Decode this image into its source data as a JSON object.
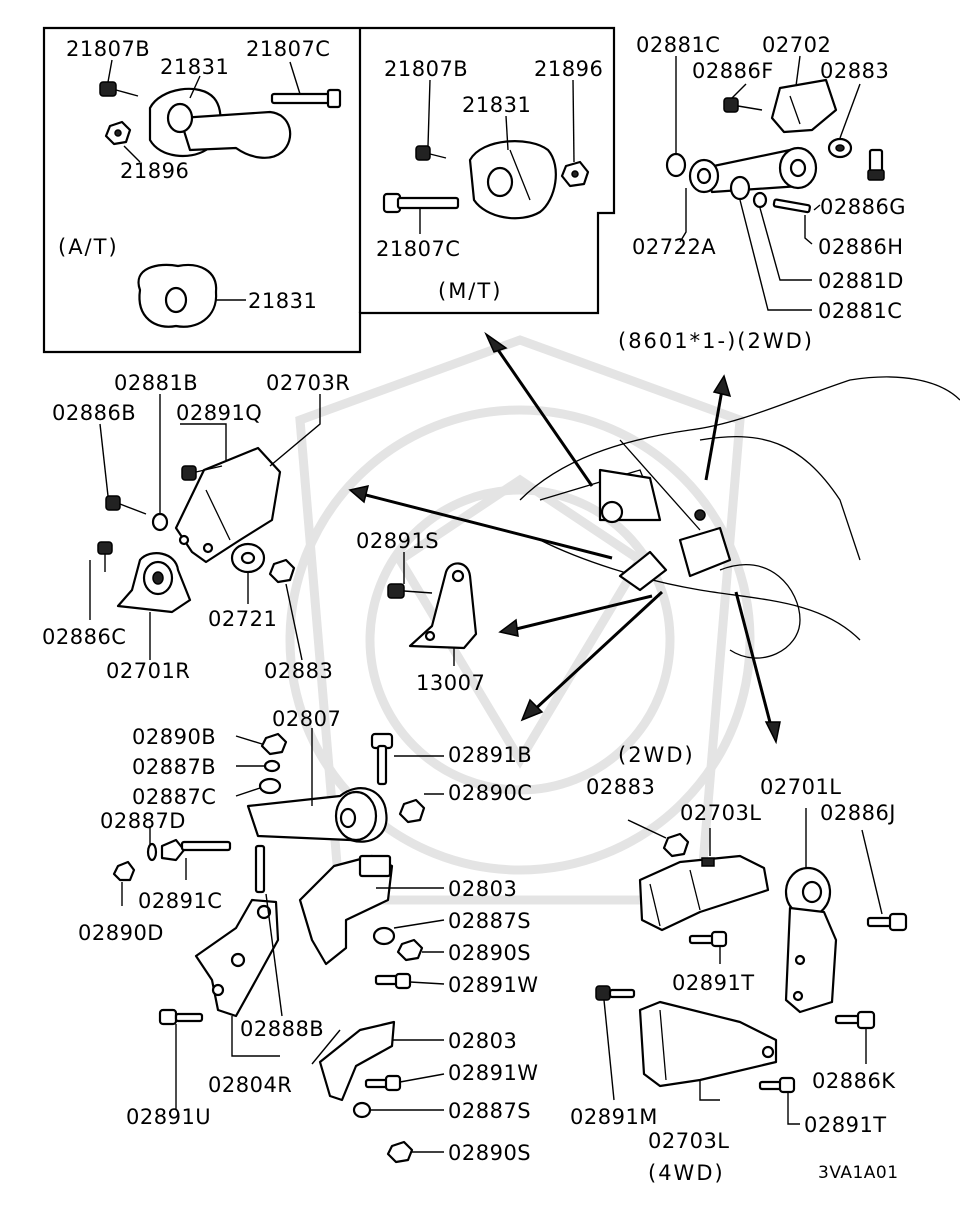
{
  "labels": {
    "at_21807B": "21807B",
    "at_21831": "21831",
    "at_21807C": "21807C",
    "at_21896": "21896",
    "at_caption": "(A/T)",
    "at_21831_b": "21831",
    "mt_21807B": "21807B",
    "mt_21896": "21896",
    "mt_21831": "21831",
    "mt_21807C": "21807C",
    "mt_caption": "(M/T)",
    "r_02881C": "02881C",
    "r_02702": "02702",
    "r_02886F": "02886F",
    "r_02883": "02883",
    "r_02886G": "02886G",
    "r_02722A": "02722A",
    "r_02886H": "02886H",
    "r_02881D": "02881D",
    "r_02881C_b": "02881C",
    "r_caption": "(8601*1-)(2WD)",
    "l_02881B": "02881B",
    "l_02703R": "02703R",
    "l_02886B": "02886B",
    "l_02891Q": "02891Q",
    "l_02886C": "02886C",
    "l_02721": "02721",
    "l_02883": "02883",
    "l_02701R": "02701R",
    "c_02891S": "02891S",
    "c_13007": "13007",
    "b_02890B": "02890B",
    "b_02807": "02807",
    "b_02891B": "02891B",
    "b_02887B": "02887B",
    "b_02887C": "02887C",
    "b_02890C": "02890C",
    "b_02887D": "02887D",
    "b_02891C": "02891C",
    "b_02890D": "02890D",
    "b_02803": "02803",
    "b_02887S": "02887S",
    "b_02890S": "02890S",
    "b_02891W": "02891W",
    "b_02888B": "02888B",
    "b_02803_b": "02803",
    "b_02891W_b": "02891W",
    "b_02804R": "02804R",
    "b_02887S_b": "02887S",
    "b_02891U": "02891U",
    "b_02890S_b": "02890S",
    "br_2wd_caption": "(2WD)",
    "br_02883": "02883",
    "br_02703L": "02703L",
    "br_02701L": "02701L",
    "br_02886J": "02886J",
    "br_02891T": "02891T",
    "br_02891M": "02891M",
    "br_02886K": "02886K",
    "br_02891T_b": "02891T",
    "br_02703L_b": "02703L",
    "br_4wd_caption": "(4WD)",
    "diagram_code": "3VA1A01"
  }
}
